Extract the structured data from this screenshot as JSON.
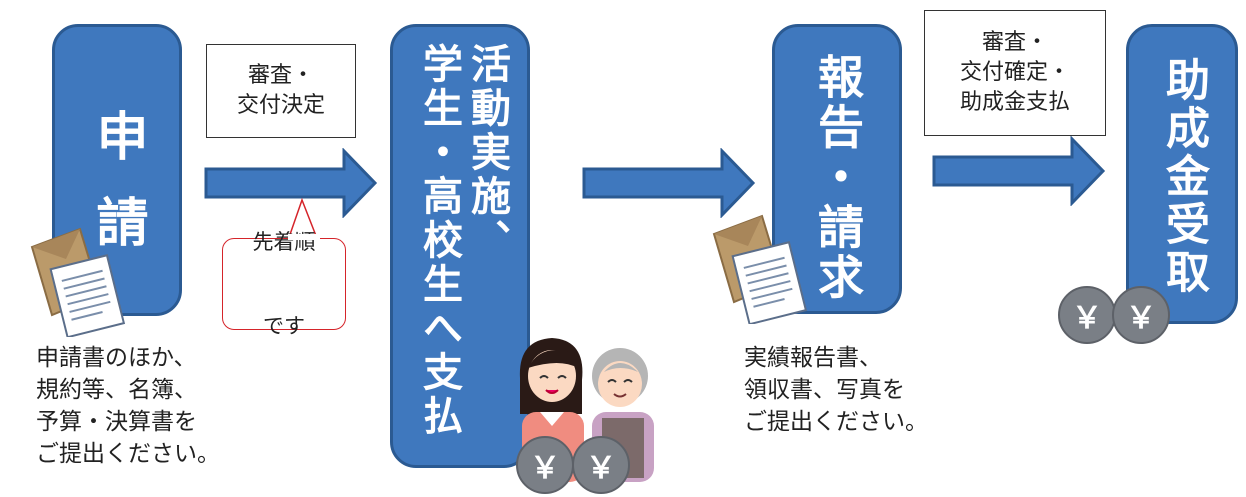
{
  "steps": {
    "apply": "申請",
    "activity_col1": "活動実施、",
    "activity_col2": "学生・高校生へ支払",
    "report": "報告・請求",
    "receive": "助成金受取"
  },
  "boxes": {
    "review_line1": "審査・",
    "review_line2": "交付決定",
    "final_line1": "審査・",
    "final_line2": "交付確定・",
    "final_line3": "助成金支払"
  },
  "bubble": {
    "line1": "先着順",
    "line2": "です"
  },
  "captions": {
    "apply": "申請書のほか、\n規約等、名簿、\n予算・決算書を\nご提出ください。",
    "report": "実績報告書、\n領収書、写真を\nご提出ください。"
  },
  "coin_symbol": "￥",
  "icons": {
    "document": "document-envelope-icon",
    "coins": "yen-coins-icon",
    "people": "people-illustration-icon",
    "arrow": "right-arrow-icon"
  },
  "colors": {
    "step_fill": "#3f78be",
    "step_border": "#2b5a92",
    "bubble_border": "#d5242a",
    "coin": "#7a7f86"
  }
}
